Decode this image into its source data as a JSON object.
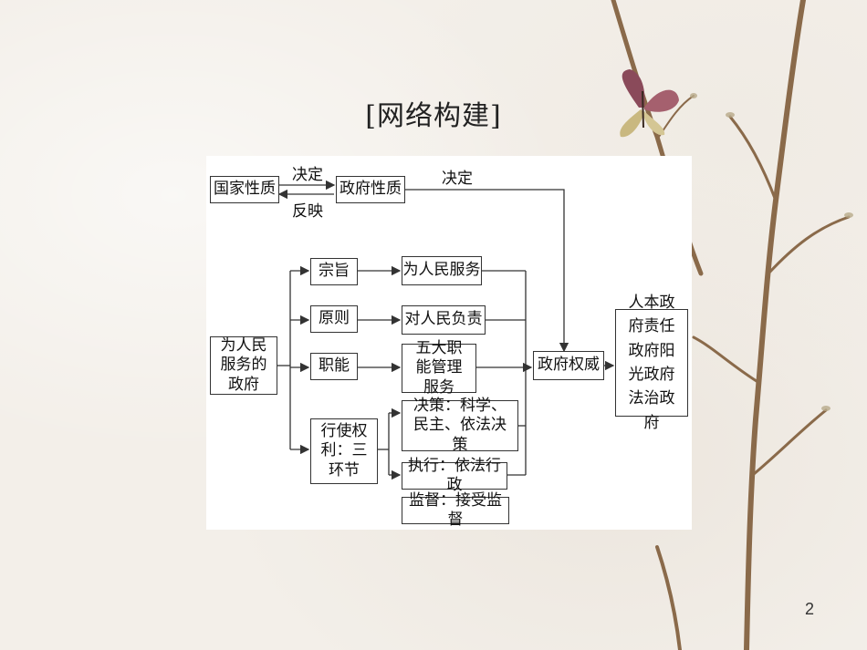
{
  "title": "[网络构建]",
  "page_number": "2",
  "diagram": {
    "top_row": {
      "nature_state": "国家性质",
      "nature_gov": "政府性质",
      "decides": "决定",
      "reflects": "反映",
      "decides_right": "决定"
    },
    "root": "为人民服务的政府",
    "branches": {
      "purpose": "宗旨",
      "principle": "原则",
      "function": "职能",
      "power": "行使权利：三环节"
    },
    "targets": {
      "serve_people": "为人民服务",
      "responsible": "对人民负责",
      "five_functions": "五大职能管理服务",
      "decision": "决策：科学、民主、依法决策",
      "execution": "执行：依法行政",
      "supervision": "监督：接受监督"
    },
    "authority": "政府权威",
    "outcomes": "人本政府责任政府阳光政府法治政府"
  },
  "colors": {
    "line": "#333333",
    "panel": "#ffffff",
    "background": "#f3efe9"
  }
}
